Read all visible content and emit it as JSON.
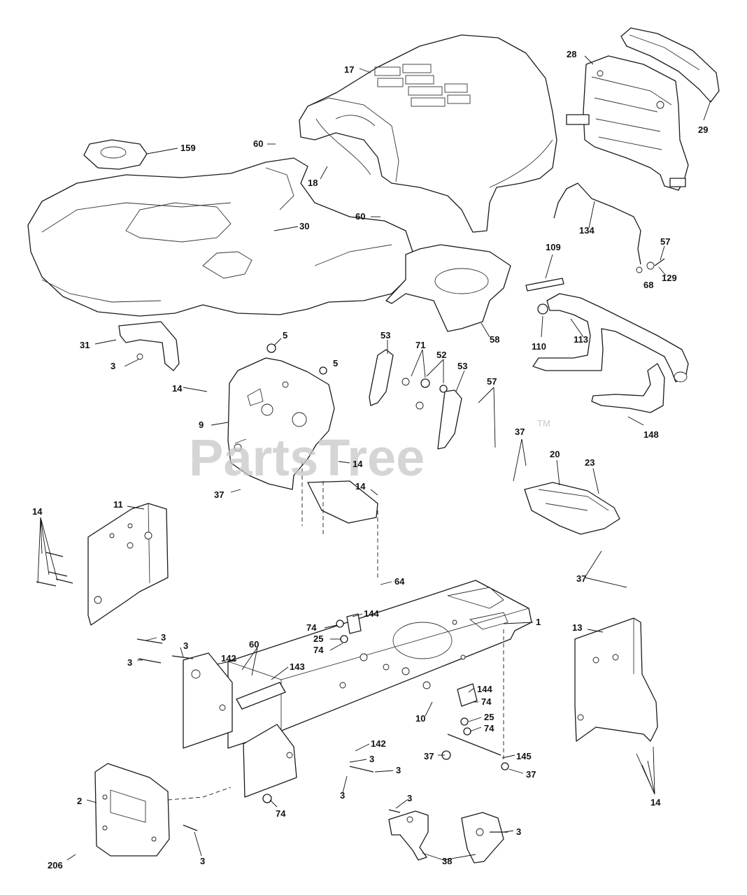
{
  "watermark": {
    "text": "PartsTree",
    "tm": "TM"
  },
  "callouts": {
    "c17": "17",
    "c28": "28",
    "c29": "29",
    "c159": "159",
    "c60a": "60",
    "c18": "18",
    "c30": "30",
    "c60b": "60",
    "c134": "134",
    "c57a": "57",
    "c129": "129",
    "c68": "68",
    "c109": "109",
    "c110": "110",
    "c113": "113",
    "c58": "58",
    "c31": "31",
    "c3a": "3",
    "c5a": "5",
    "c5b": "5",
    "c14a": "14",
    "c53a": "53",
    "c71": "71",
    "c52": "52",
    "c53b": "53",
    "c57b": "57",
    "c148": "148",
    "c9": "9",
    "c14b": "14",
    "c14c": "14",
    "c37a": "37",
    "c37b": "37",
    "c20": "20",
    "c23": "23",
    "c37c": "37",
    "c64": "64",
    "c11": "11",
    "c14d": "14",
    "c144a": "144",
    "c74a": "74",
    "c25a": "25",
    "c74b": "74",
    "c1": "1",
    "c13": "13",
    "c3b": "3",
    "c3c": "3",
    "c3d": "3",
    "c142a": "142",
    "c60c": "60",
    "c143": "143",
    "c144b": "144",
    "c74c": "74",
    "c10": "10",
    "c25b": "25",
    "c74d": "74",
    "c37d": "37",
    "c145": "145",
    "c37e": "37",
    "c142b": "142",
    "c3e": "3",
    "c3f": "3",
    "c3g": "3",
    "c14e": "14",
    "c2": "2",
    "c74e": "74",
    "c3h": "3",
    "c3i": "3",
    "c3j": "3",
    "c206": "206",
    "c38": "38"
  }
}
